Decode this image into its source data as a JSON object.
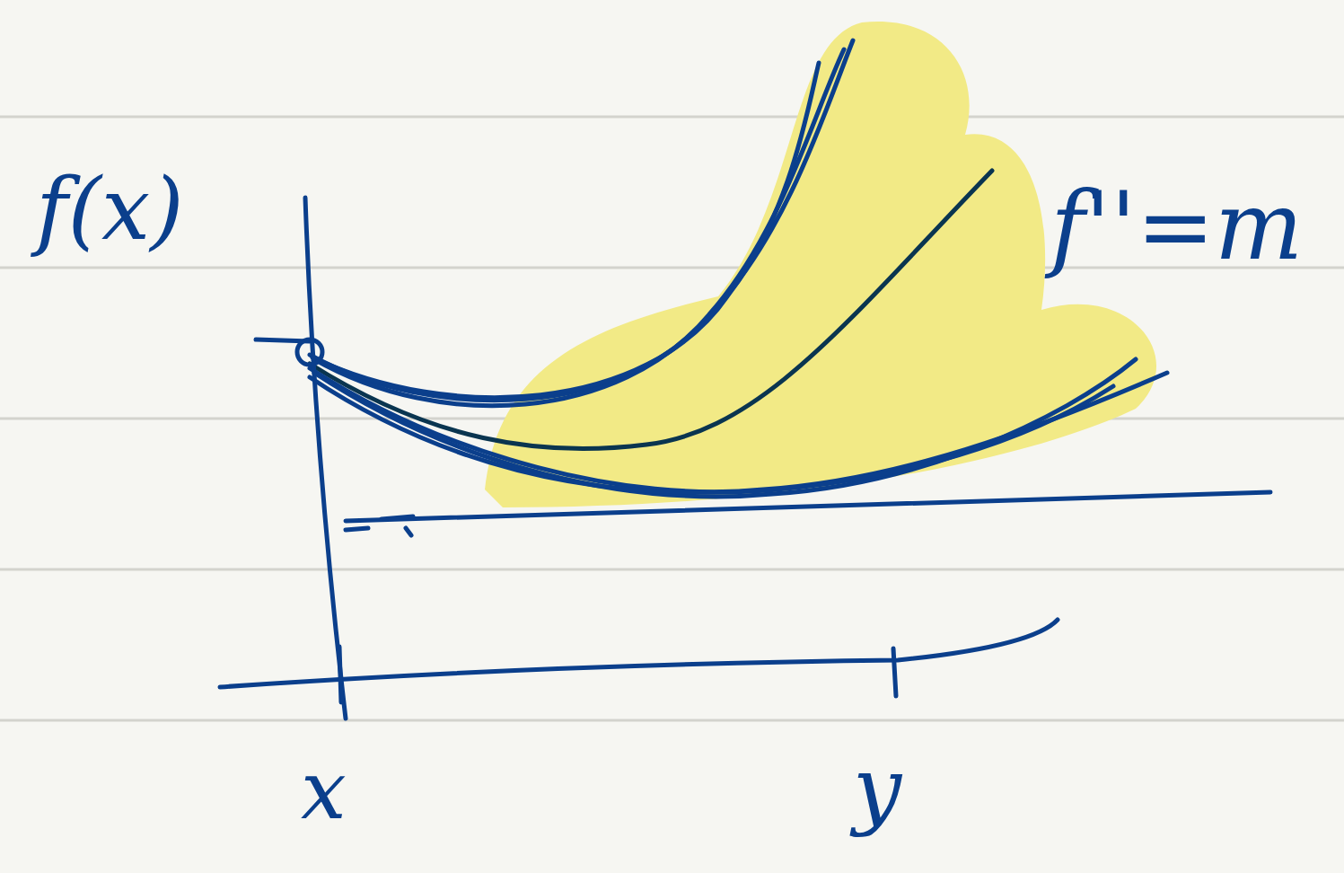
{
  "diagram": {
    "labels": [
      "f(x)",
      "x",
      "y",
      "f''=m"
    ]
  }
}
